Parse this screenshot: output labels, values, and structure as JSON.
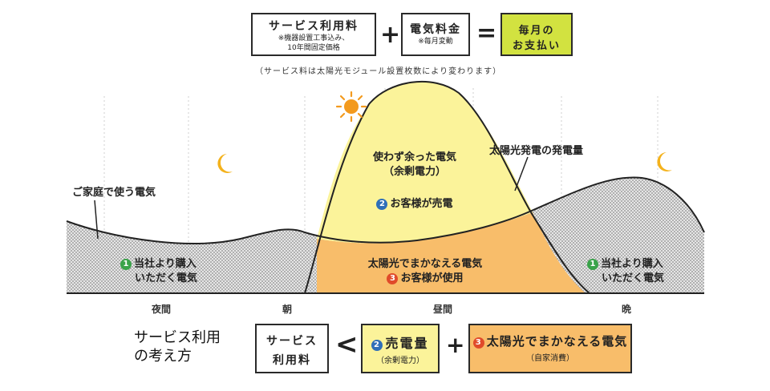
{
  "formula": {
    "service_fee": {
      "title": "サービス利用料",
      "note_line1": "※機器設置工事込み、",
      "note_line2": "10年間固定価格"
    },
    "plus": "+",
    "electricity": {
      "title": "電気料金",
      "note": "※毎月変動"
    },
    "equals": "=",
    "monthly": {
      "line1": "毎月の",
      "line2": "お支払い"
    },
    "footnote": "（サービス料は太陽光モジュール設置枚数により変わります）"
  },
  "chart": {
    "surplus_line1": "使わず余った電気",
    "surplus_line2": "（余剰電力）",
    "sell_num": "2",
    "sell_text": "お客様が売電",
    "solar_gen_label": "太陽光発電の発電量",
    "home_use_label": "ご家庭で使う電気",
    "buy_num": "1",
    "buy_line1": "当社より購入",
    "buy_line2": "いただく電気",
    "solar_cover_line1": "太陽光でまかなえる電気",
    "use_num": "3",
    "use_text": "お客様が使用",
    "times": {
      "night": "夜間",
      "morning": "朝",
      "day": "昼間",
      "evening": "晩"
    },
    "colors": {
      "surplus": "#fbf39a",
      "solar_use": "#f8bd6a",
      "hatch": "#bdbdbd",
      "monthly": "#d2e240"
    }
  },
  "bottom": {
    "caption_line1": "サービス利用",
    "caption_line2": "の考え方",
    "fee_line1": "サービス",
    "fee_line2": "利用料",
    "less_than": "<",
    "sell_num": "2",
    "sell_title": "売電量",
    "sell_sub": "（余剰電力）",
    "plus": "+",
    "self_num": "3",
    "self_title": "太陽光でまかなえる電気",
    "self_sub": "（自家消費）"
  }
}
